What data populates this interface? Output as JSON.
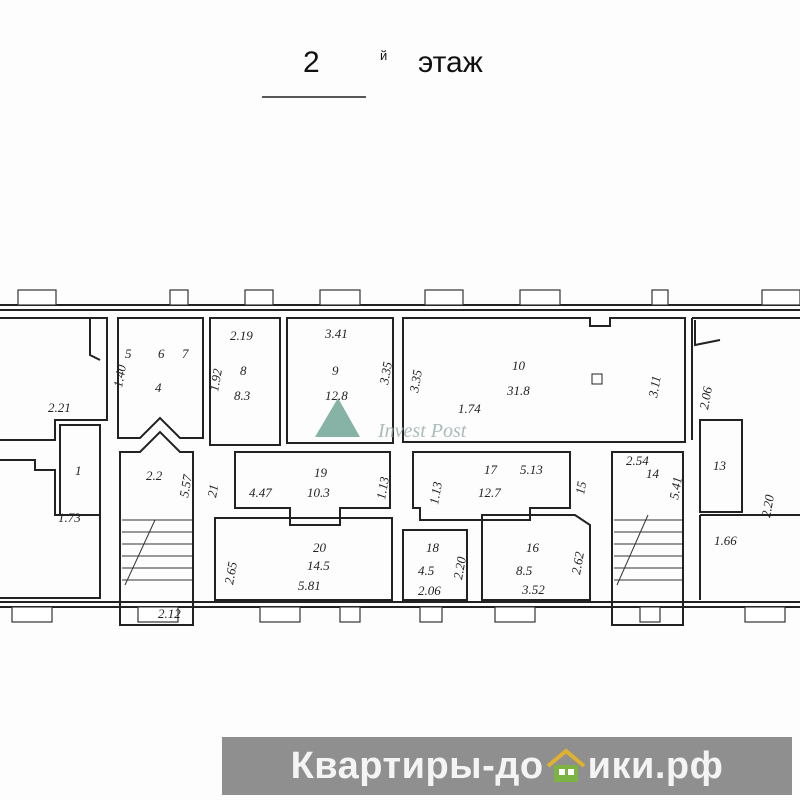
{
  "title": {
    "floor_number": "2",
    "suffix": "й",
    "word": "этаж"
  },
  "watermark_plan": "Invest Post",
  "banner": {
    "part1": "Квартиры-до",
    "part2": "ики.рф",
    "icon": "house-icon"
  },
  "rooms": [
    {
      "number": "1"
    },
    {
      "number": "4",
      "dim": "1.40"
    },
    {
      "number": "8",
      "area": "8.3",
      "dims": [
        "2.19",
        "1.92"
      ]
    },
    {
      "number": "9",
      "area": "12.8",
      "dims": [
        "3.41",
        "3.35"
      ]
    },
    {
      "number": "10",
      "area": "31.8",
      "dims": [
        "3.35",
        "3.11",
        "1.74"
      ]
    },
    {
      "number": "19",
      "area": "10.3",
      "dims": [
        "4.47",
        "1.13"
      ]
    },
    {
      "number": "20",
      "area": "14.5",
      "dims": [
        "5.81",
        "2.65"
      ]
    },
    {
      "number": "17",
      "area": "12.7",
      "dims": [
        "5.13",
        "1.13"
      ]
    },
    {
      "number": "18",
      "area": "4.5",
      "dims": [
        "2.06",
        "2.20"
      ]
    },
    {
      "number": "16",
      "area": "8.5",
      "dims": [
        "3.52",
        "2.62"
      ]
    },
    {
      "number": "14",
      "dims": [
        "2.54",
        "5.41"
      ]
    },
    {
      "number": "13",
      "dims": [
        "2.06",
        "2.20"
      ]
    }
  ],
  "labels": [
    "2.21",
    "1.73",
    "2.2",
    "5.57",
    "2.12",
    "21",
    "1.66",
    "15",
    "5",
    "6",
    "7"
  ]
}
